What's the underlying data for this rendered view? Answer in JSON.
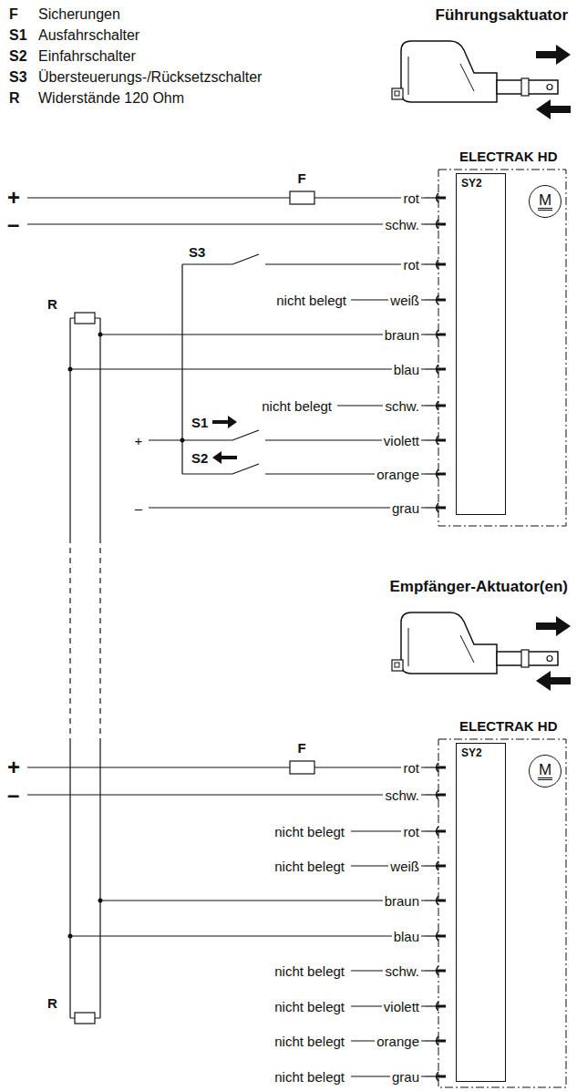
{
  "diagram": {
    "nodes": [
      {
        "text": [
          "ELECTRAK HD"
        ]
      },
      {
        "text": [
          "SY2"
        ],
        "in": 0
      },
      {
        "text": [
          "M"
        ],
        "in": 0
      },
      {
        "text": [
          "ELECTRAK HD"
        ]
      },
      {
        "text": [
          "SY2"
        ],
        "in": 3
      },
      {
        "text": [
          "M"
        ],
        "in": 3
      }
    ],
    "labels": [
      "F",
      "Sicherungen",
      "S1",
      "Ausfahrschalter",
      "S2",
      "Einfahrschalter",
      "S3",
      "Übersteuerungs-/Rücksetzschalter",
      "R",
      "Widerstände 120 Ohm",
      "Führungsaktuator",
      "+",
      "–",
      "F",
      "rot",
      "schw.",
      "S3",
      "rot",
      "nicht belegt",
      "weiß",
      "R",
      "braun",
      "blau",
      "nicht belegt",
      "schw.",
      "S1",
      "+",
      "violett",
      "S2",
      "orange",
      "–",
      "grau",
      "Empfänger-Aktuator(en)",
      "+",
      "–",
      "F",
      "rot",
      "schw.",
      "nicht belegt",
      "rot",
      "nicht belegt",
      "weiß",
      "braun",
      "blau",
      "R",
      "nicht belegt",
      "schw.",
      "nicht belegt",
      "violett",
      "nicht belegt",
      "orange",
      "nicht belegt",
      "grau"
    ]
  }
}
